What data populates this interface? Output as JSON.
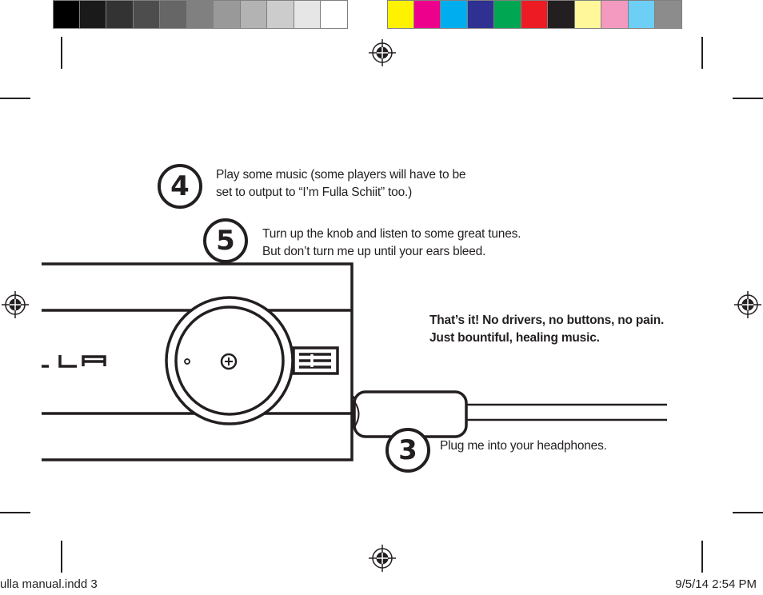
{
  "color_bar": {
    "grays": [
      "#000000",
      "#1a1a1a",
      "#333333",
      "#4d4d4d",
      "#666666",
      "#808080",
      "#999999",
      "#b3b3b3",
      "#cccccc",
      "#e6e6e6",
      "#ffffff"
    ],
    "process": [
      "#fff200",
      "#ec008c",
      "#00aeef",
      "#2e3192",
      "#00a651",
      "#ed1c24",
      "#231f20",
      "#fff799",
      "#f49ac1",
      "#6dcff6",
      "#8c8c8c"
    ]
  },
  "steps": {
    "step4": {
      "number": "4",
      "text": "Play some music (some players will have to be\nset to output to “I’m Fulla Schiit” too.)"
    },
    "step5": {
      "number": "5",
      "text": "Turn up the knob and listen to some great tunes.\nBut don’t turn me up until your ears bleed."
    },
    "step3": {
      "number": "3",
      "text": "Plug me into your headphones."
    }
  },
  "closing_note": "That’s it! No drivers, no buttons, no pain.\nJust bountiful, healing music.",
  "device": {
    "label_partial": "LA"
  },
  "slug": {
    "file": "ulla manual.indd   3",
    "timestamp": "9/5/14   2:54 PM"
  }
}
